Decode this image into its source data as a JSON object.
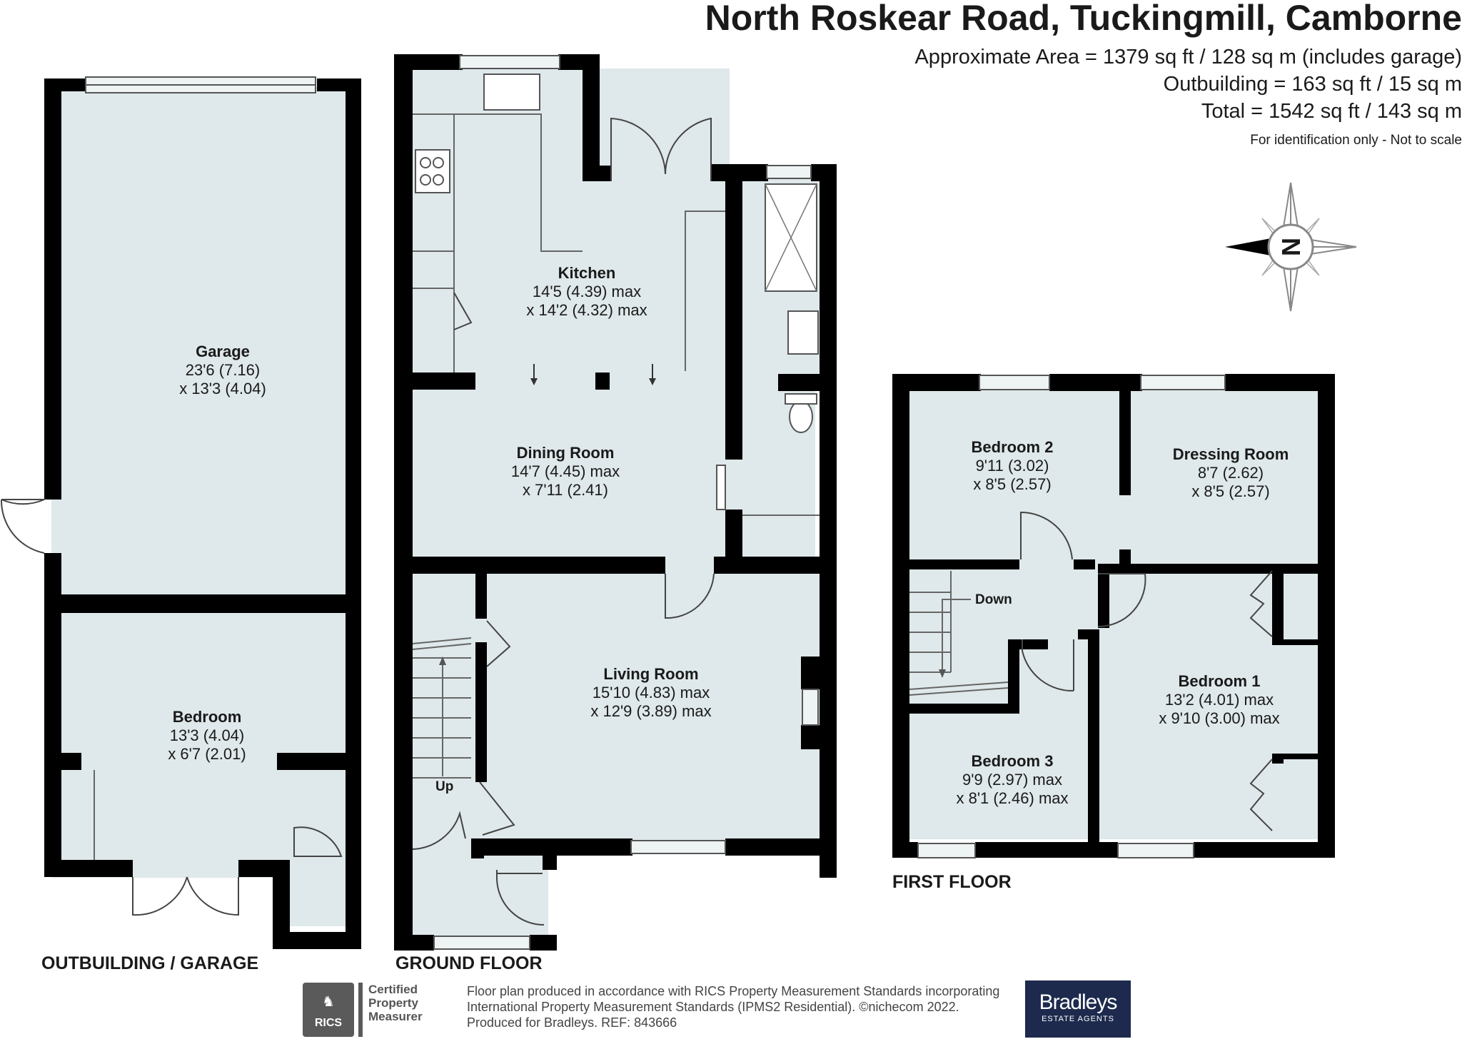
{
  "header": {
    "title": "North Roskear Road, Tuckingmill, Camborne",
    "area_lines": [
      "Approximate Area = 1379 sq ft / 128 sq m (includes garage)",
      "Outbuilding = 163 sq ft / 15 sq m",
      "Total = 1542 sq ft / 143 sq m"
    ],
    "disclaimer": "For identification only - Not to scale"
  },
  "compass": {
    "letter": "N",
    "icon": "north-arrow-icon"
  },
  "floors": {
    "outbuilding": {
      "label": "OUTBUILDING / GARAGE",
      "rooms": [
        {
          "name": "Garage",
          "dim1": "23'6 (7.16)",
          "dim2": "x 13'3 (4.04)"
        },
        {
          "name": "Bedroom",
          "dim1": "13'3 (4.04)",
          "dim2": "x 6'7 (2.01)"
        }
      ]
    },
    "ground": {
      "label": "GROUND FLOOR",
      "stair_label": "Up",
      "rooms": [
        {
          "name": "Kitchen",
          "dim1": "14'5 (4.39) max",
          "dim2": "x 14'2 (4.32) max"
        },
        {
          "name": "Dining Room",
          "dim1": "14'7 (4.45) max",
          "dim2": "x 7'11 (2.41)"
        },
        {
          "name": "Living Room",
          "dim1": "15'10 (4.83) max",
          "dim2": "x 12'9 (3.89) max"
        }
      ]
    },
    "first": {
      "label": "FIRST FLOOR",
      "stair_label": "Down",
      "rooms": [
        {
          "name": "Bedroom 2",
          "dim1": "9'11 (3.02)",
          "dim2": "x 8'5 (2.57)"
        },
        {
          "name": "Dressing Room",
          "dim1": "8'7 (2.62)",
          "dim2": "x 8'5 (2.57)"
        },
        {
          "name": "Bedroom 1",
          "dim1": "13'2 (4.01) max",
          "dim2": "x 9'10 (3.00) max"
        },
        {
          "name": "Bedroom 3",
          "dim1": "9'9 (2.97) max",
          "dim2": "x 8'1 (2.46) max"
        }
      ]
    }
  },
  "footer": {
    "rics_badge": {
      "org": "RICS",
      "line1": "Certified",
      "line2": "Property",
      "line3": "Measurer"
    },
    "lines": [
      "Floor plan produced in accordance with RICS Property Measurement Standards incorporating",
      "International Property Measurement Standards (IPMS2 Residential).  ©nichecom 2022.",
      "Produced for Bradleys.   REF:  843666"
    ],
    "brand": {
      "name": "Bradleys",
      "tagline": "ESTATE AGENTS"
    }
  },
  "colors": {
    "room_fill": "#dfe8ea",
    "wall": "#000000",
    "brand_bg": "#1d2a4d"
  }
}
